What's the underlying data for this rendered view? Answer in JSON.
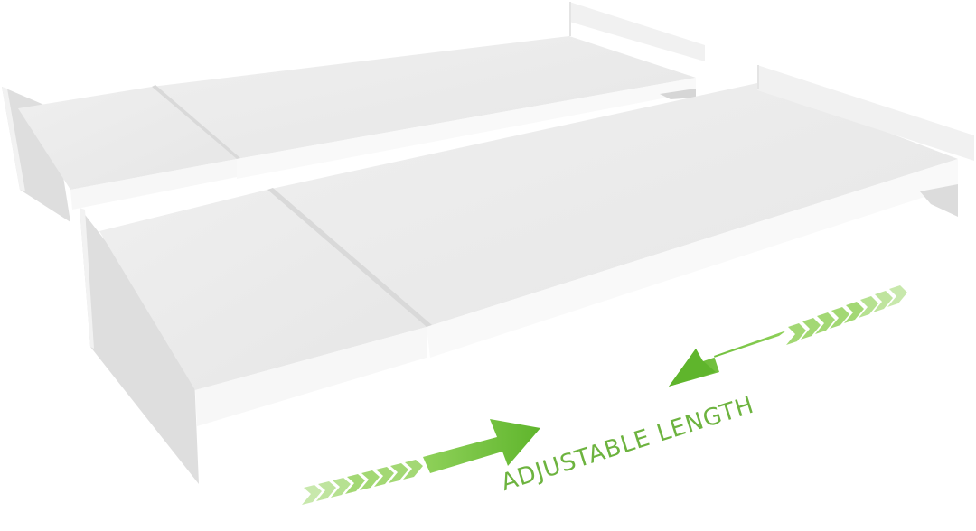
{
  "product": {
    "name": "adjustable shelf",
    "color_scheme": {
      "shelf_top": "#ebebeb",
      "shelf_side": "#e2e2e2",
      "shelf_front": "#f7f7f7",
      "arrow_green": "#6cc23a",
      "text_green": "#6db33f"
    }
  },
  "caption": {
    "text": "ADJUSTABLE LENGTH"
  },
  "arrows": [
    {
      "name": "arrow-extend-right",
      "direction": "right"
    },
    {
      "name": "arrow-retract-left",
      "direction": "left"
    }
  ],
  "shelves": [
    {
      "name": "shelf-extended-back",
      "state": "extended"
    },
    {
      "name": "shelf-front",
      "state": "extended"
    }
  ]
}
